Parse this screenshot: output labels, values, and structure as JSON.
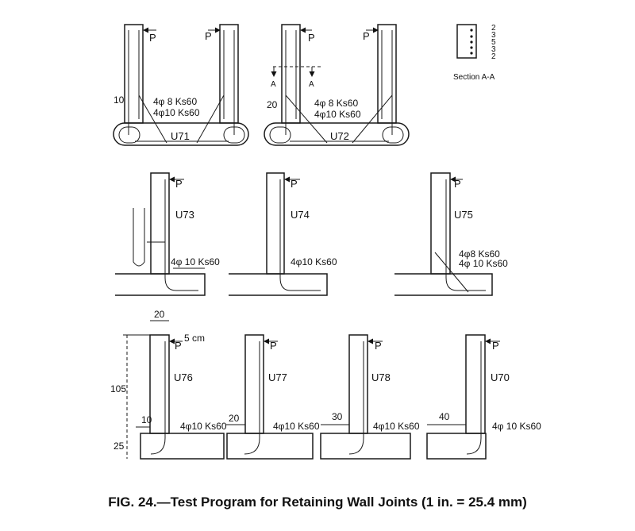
{
  "caption": "FIG. 24.—Test Program for Retaining Wall Joints (1 in. = 25.4 mm)",
  "section_label": "Section A-A",
  "section_marks": [
    "2",
    "3",
    "5",
    "3",
    "2"
  ],
  "section_cut": "A",
  "load": "P",
  "specimens": {
    "U71": {
      "id": "U71",
      "rebar": [
        "4φ 8 Ks60",
        "4φ10 Ks60"
      ],
      "dim": "10"
    },
    "U72": {
      "id": "U72",
      "rebar": [
        "4φ 8 Ks60",
        "4φ10 Ks60"
      ],
      "dim": "20"
    },
    "U73": {
      "id": "U73",
      "rebar": "4φ 10 Ks60"
    },
    "U74": {
      "id": "U74",
      "rebar": "4φ10 Ks60"
    },
    "U75": {
      "id": "U75",
      "rebar": [
        "4φ8 Ks60",
        "4φ 10 Ks60"
      ]
    },
    "U76": {
      "id": "U76",
      "rebar": "4φ10 Ks60",
      "dim": "10",
      "width": "20",
      "height": "105",
      "base": "25",
      "cover": "5 cm"
    },
    "U77": {
      "id": "U77",
      "rebar": "4φ10 Ks60",
      "dim": "20"
    },
    "U78": {
      "id": "U78",
      "rebar": "4φ10 Ks60",
      "dim": "30"
    },
    "U70": {
      "id": "U70",
      "rebar": "4φ 10 Ks60",
      "dim": "40"
    }
  }
}
